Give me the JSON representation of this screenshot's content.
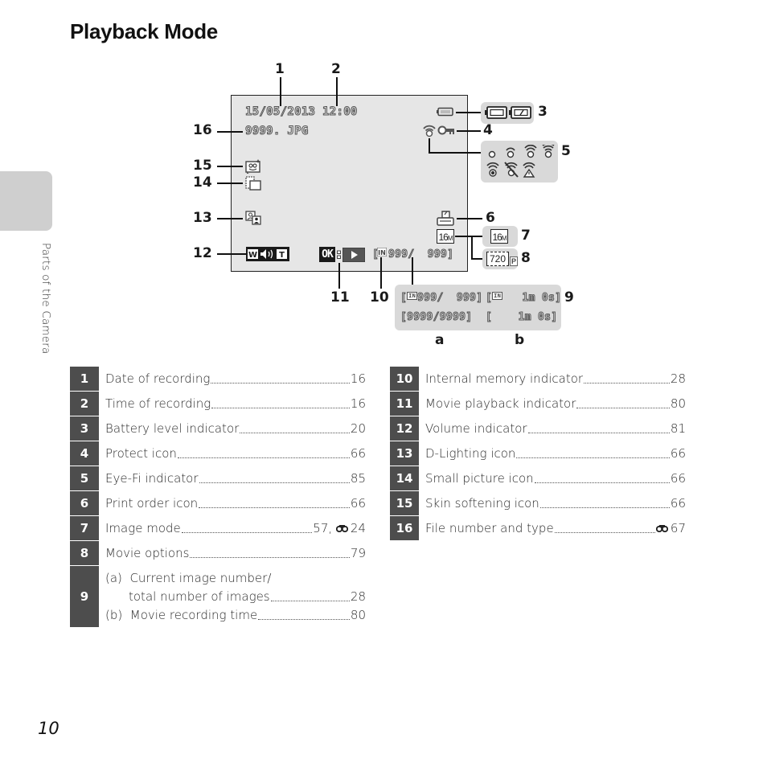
{
  "page": {
    "title": "Playback Mode",
    "section_tab": "Parts of the Camera",
    "page_number": "10"
  },
  "diagram": {
    "callouts": {
      "c1": "1",
      "c2": "2",
      "c3": "3",
      "c4": "4",
      "c5": "5",
      "c6": "6",
      "c7": "7",
      "c8": "8",
      "c9": "9",
      "c10": "10",
      "c11": "11",
      "c12": "12",
      "c13": "13",
      "c14": "14",
      "c15": "15",
      "c16": "16",
      "sub_a": "a",
      "sub_b": "b"
    },
    "screen": {
      "date_time": "15/05/2013 12:00",
      "file_name": "9999. JPG",
      "ok_label": "OK",
      "frame_counter": "999/  999]",
      "image_mode": "16M",
      "movie_option": "720",
      "movie_option_suffix": "P"
    },
    "counter_panel": {
      "row1_a": "[IN999/  999]",
      "row1_b": "[IN   1m 0s]",
      "row2_a": "[9999/9999]",
      "row2_b": "[    1m 0s]"
    },
    "icons": {
      "battery": "battery-icon",
      "protect": "protect-key-icon",
      "eyefi": "eye-fi-icon",
      "print_order": "print-order-icon",
      "skin_softening": "skin-softening-icon",
      "small_picture": "small-picture-icon",
      "d_lighting": "d-lighting-icon",
      "volume": "volume-icon",
      "movie_play": "movie-playback-icon",
      "internal_memory": "internal-memory-icon"
    }
  },
  "reference_left": [
    {
      "num": "1",
      "label": "Date of recording",
      "page": "16"
    },
    {
      "num": "2",
      "label": "Time of recording",
      "page": "16"
    },
    {
      "num": "3",
      "label": "Battery level indicator",
      "page": "20"
    },
    {
      "num": "4",
      "label": "Protect icon",
      "page": "66"
    },
    {
      "num": "5",
      "label": "Eye-Fi indicator",
      "page": "85"
    },
    {
      "num": "6",
      "label": "Print order icon",
      "page": "66"
    },
    {
      "num": "7",
      "label": "Image mode",
      "page": "57, ",
      "ref_page": "24"
    },
    {
      "num": "8",
      "label": "Movie options",
      "page": "79"
    },
    {
      "num": "9",
      "sub": [
        {
          "prefix": "(a)",
          "label": "Current image number/"
        },
        {
          "label": "total number of images",
          "page": "28"
        },
        {
          "prefix": "(b)",
          "label": "Movie recording time",
          "page": "80"
        }
      ]
    }
  ],
  "reference_right": [
    {
      "num": "10",
      "label": "Internal memory indicator",
      "page": "28"
    },
    {
      "num": "11",
      "label": "Movie playback indicator",
      "page": "80"
    },
    {
      "num": "12",
      "label": "Volume indicator",
      "page": "81"
    },
    {
      "num": "13",
      "label": "D-Lighting icon",
      "page": "66"
    },
    {
      "num": "14",
      "label": "Small picture icon",
      "page": "66"
    },
    {
      "num": "15",
      "label": "Skin softening icon",
      "page": "66"
    },
    {
      "num": "16",
      "label": "File number and type",
      "ref_page": "67"
    }
  ],
  "reference_symbol": "binoculars-reference-icon"
}
